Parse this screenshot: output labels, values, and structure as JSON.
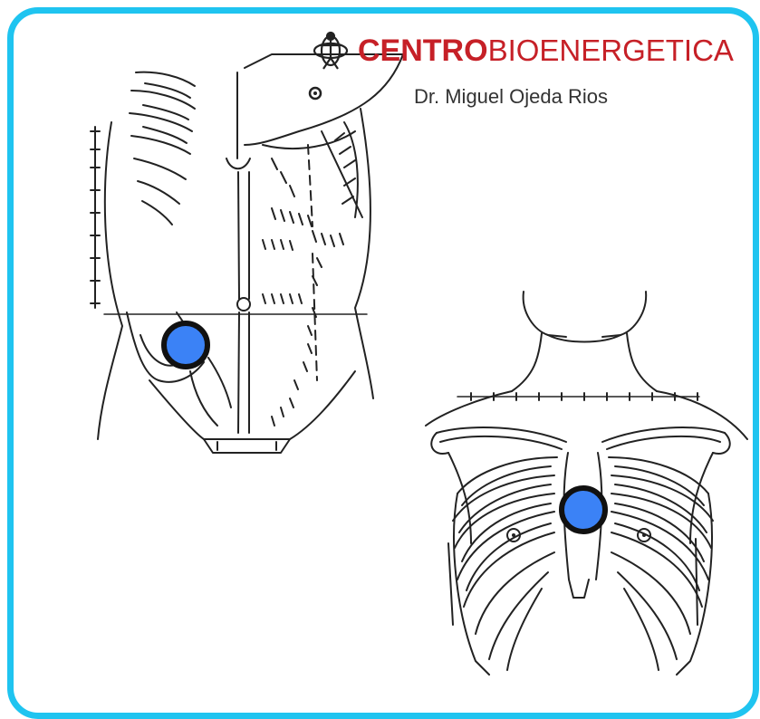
{
  "logo": {
    "brand_bold": "CENTRO",
    "brand_light": "BIOENERGETICA",
    "subtitle": "Dr. Miguel Ojeda Rios"
  },
  "colors": {
    "frame": "#1fc4f0",
    "brand": "#c62027",
    "marker_fill": "#3b82f6",
    "marker_stroke": "#111111"
  },
  "figures": [
    {
      "name": "abdomen-front-figure",
      "markers": 1
    },
    {
      "name": "thorax-front-figure",
      "markers": 1
    }
  ]
}
